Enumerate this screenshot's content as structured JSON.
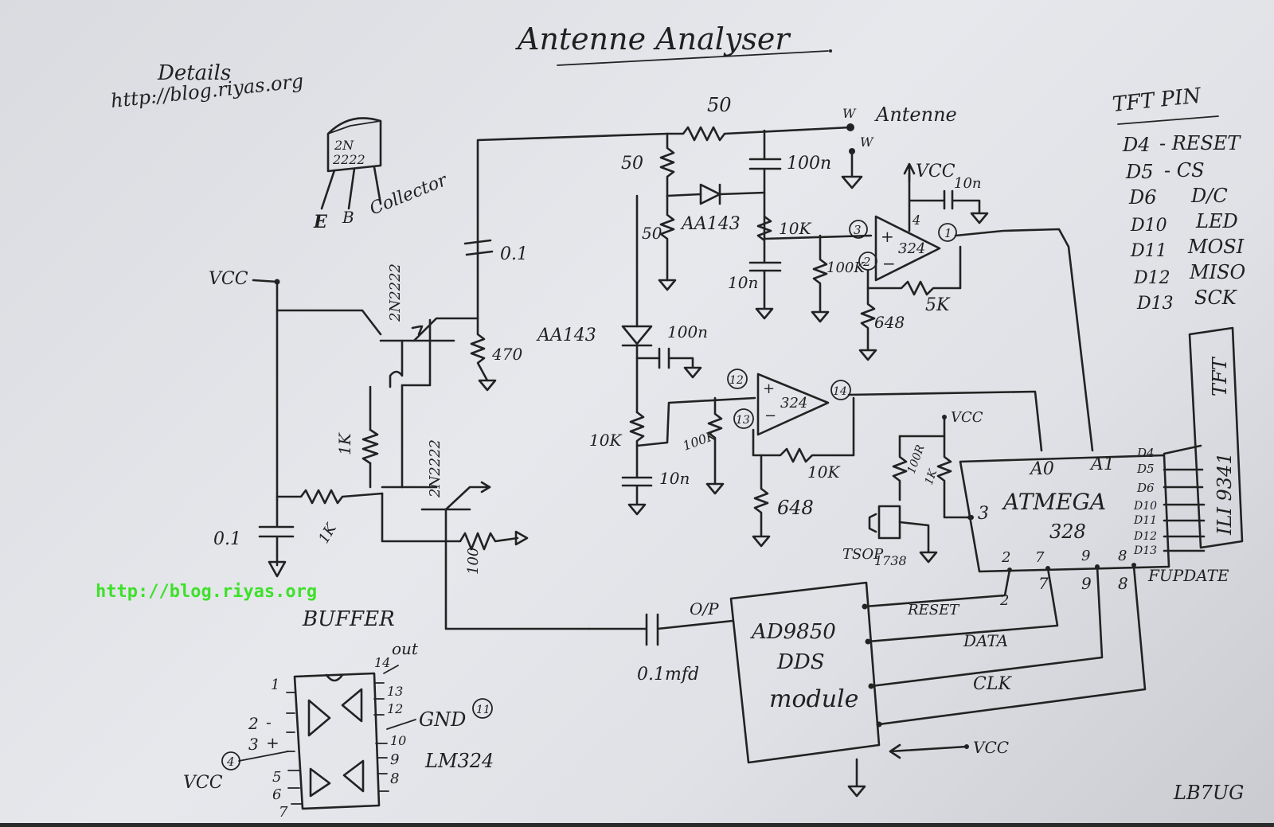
{
  "title": "Antenne Analyser",
  "details": {
    "label": "Details",
    "url": "http://blog.riyas.org"
  },
  "watermark": "http://blog.riyas.org",
  "author": "LB7UG",
  "transistor_pinout": {
    "part_line1": "2N",
    "part_line2": "2222",
    "pins": [
      "E",
      "B",
      "Collector"
    ]
  },
  "buffer": {
    "label": "BUFFER",
    "vcc": "VCC",
    "q1": "2N2222",
    "q2": "2N2222",
    "r_bias": "1K",
    "r_base": "1K",
    "c_in": "0.1",
    "r_out": "100",
    "c_couple": "0.1",
    "r_emitter": "470"
  },
  "bridge": {
    "r_top": "50",
    "r_left1": "50",
    "r_left2": "50",
    "antenna": "Antenne",
    "antenna_node": "W",
    "ground_node": "W",
    "diode1": "AA143",
    "diode2": "AA143",
    "c1": "100n",
    "c2": "100n",
    "c3": "10n",
    "c4": "10n",
    "r1": "10K",
    "r2": "10K"
  },
  "opamp1": {
    "part": "324",
    "pin_plus": "3",
    "pin_minus": "2",
    "pin_out": "1",
    "pin_vcc": "4",
    "vcc": "VCC",
    "c_vcc": "10n",
    "r_in": "100K",
    "r_fb": "5K",
    "r_gnd": "648"
  },
  "opamp2": {
    "part": "324",
    "pin_plus": "12",
    "pin_minus": "13",
    "pin_out": "14",
    "r_in": "100K",
    "r_fb": "10K",
    "r_gnd": "648"
  },
  "ir": {
    "part": "TSOP",
    "part2": "1738",
    "vcc": "VCC",
    "r1": "100R",
    "r2": "1K"
  },
  "mcu": {
    "name": "ATMEGA",
    "name2": "328",
    "a0": "A0",
    "a1": "A1",
    "pins_right": [
      "D4",
      "D5",
      "D6",
      "D10",
      "D11",
      "D12",
      "D13"
    ],
    "pin3": "3",
    "pins_bottom": [
      "2",
      "7",
      "9",
      "8"
    ],
    "fupdate": "FUPDATE"
  },
  "dds": {
    "name_line1": "AD9850",
    "name_line2": "DDS",
    "name_line3": "module",
    "op": "O/P",
    "cap": "0.1mfd",
    "reset": "RESET",
    "data": "DATA",
    "clk": "CLK",
    "vcc": "VCC",
    "wire_nums": [
      "2",
      "7",
      "9",
      "8"
    ]
  },
  "tft": {
    "label": "TFT",
    "part": "ILI 9341"
  },
  "tft_pins": {
    "title": "TFT PIN",
    "rows": [
      {
        "pin": "D4",
        "sig": "- RESET"
      },
      {
        "pin": "D5",
        "sig": "- CS"
      },
      {
        "pin": "D6",
        "sig": "D/C"
      },
      {
        "pin": "D10",
        "sig": "LED"
      },
      {
        "pin": "D11",
        "sig": "MOSI"
      },
      {
        "pin": "D12",
        "sig": "MISO"
      },
      {
        "pin": "D13",
        "sig": "SCK"
      }
    ]
  },
  "lm324": {
    "label": "LM324",
    "out": "out",
    "gnd": "GND",
    "gnd_pin": "11",
    "vcc": "VCC",
    "vcc_pin": "4",
    "pins_left": [
      "1",
      "2",
      "3",
      "5",
      "6",
      "7"
    ],
    "pins_right": [
      "14",
      "13",
      "12",
      "10",
      "9",
      "8"
    ],
    "minus": "-",
    "plus": "+"
  }
}
